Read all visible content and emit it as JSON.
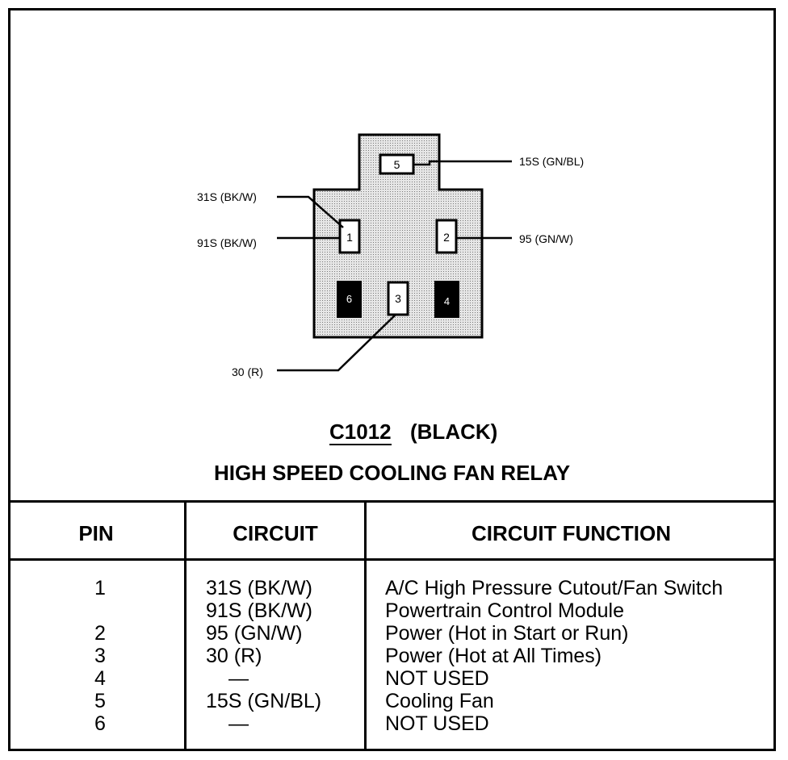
{
  "connector": {
    "id": "C1012",
    "color": "(BLACK)",
    "title": "HIGH SPEED COOLING FAN RELAY"
  },
  "pins": [
    {
      "number": "1",
      "used": true
    },
    {
      "number": "2",
      "used": true
    },
    {
      "number": "3",
      "used": true
    },
    {
      "number": "4",
      "used": false
    },
    {
      "number": "5",
      "used": true
    },
    {
      "number": "6",
      "used": false
    }
  ],
  "wires": [
    {
      "label": "15S (GN/BL)",
      "pin": "5"
    },
    {
      "label": "31S (BK/W)",
      "pin": "1"
    },
    {
      "label": "91S (BK/W)",
      "pin": "1"
    },
    {
      "label": "95 (GN/W)",
      "pin": "2"
    },
    {
      "label": "30 (R)",
      "pin": "3"
    }
  ],
  "table": {
    "headers": {
      "pin": "PIN",
      "circuit": "CIRCUIT",
      "function": "CIRCUIT FUNCTION"
    },
    "rows": [
      {
        "pin": "1",
        "circuit": "31S (BK/W)",
        "function": "A/C High Pressure Cutout/Fan Switch"
      },
      {
        "pin": "",
        "circuit": "91S (BK/W)",
        "function": "Powertrain Control Module"
      },
      {
        "pin": "2",
        "circuit": "95 (GN/W)",
        "function": "Power (Hot in Start or Run)"
      },
      {
        "pin": "3",
        "circuit": "30 (R)",
        "function": "Power (Hot at All Times)"
      },
      {
        "pin": "4",
        "circuit": "—",
        "function": "NOT USED"
      },
      {
        "pin": "5",
        "circuit": "15S (GN/BL)",
        "function": "Cooling Fan"
      },
      {
        "pin": "6",
        "circuit": "—",
        "function": "NOT USED"
      }
    ]
  },
  "colors": {
    "connector_fill": "#d4d4d4",
    "line": "#000000",
    "unused_pin": "#000000",
    "used_pin": "#ffffff"
  }
}
